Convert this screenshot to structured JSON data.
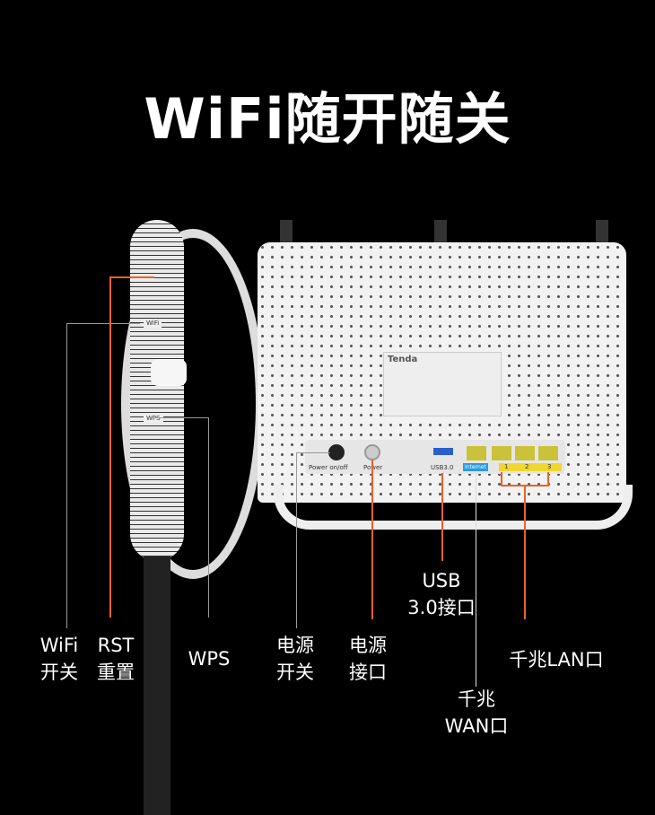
{
  "title": "WiFi随开随关",
  "device": {
    "brand": "Tenda",
    "side_labels": {
      "wifi": "WiFi",
      "wps": "WPS"
    },
    "ports": {
      "power_switch": "Power on/off",
      "power": "Power",
      "usb": "USB3.0",
      "wan": "Internet",
      "lan": [
        "1",
        "2",
        "3"
      ]
    }
  },
  "callouts": {
    "wifi": [
      "WiFi",
      "开关"
    ],
    "rst": [
      "RST",
      "重置"
    ],
    "wps": "WPS",
    "power_switch": [
      "电源",
      "开关"
    ],
    "power_port": [
      "电源",
      "接口"
    ],
    "usb": [
      "USB",
      "3.0接口"
    ],
    "wan": [
      "千兆",
      "WAN口"
    ],
    "lan": "千兆LAN口"
  },
  "colors": {
    "accent_line": "#e8622a",
    "gray_line": "#9a9a9a"
  }
}
